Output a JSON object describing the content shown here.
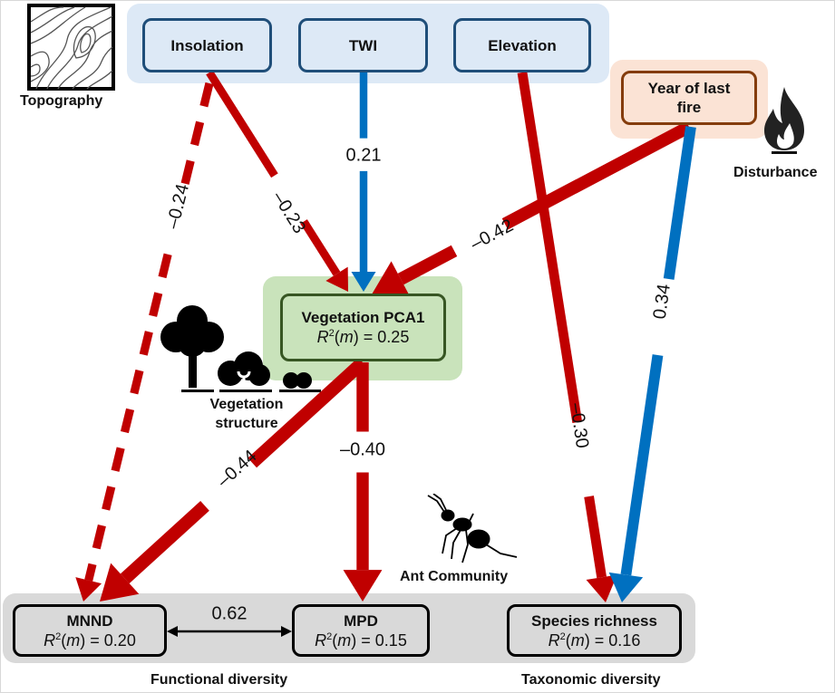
{
  "groups": {
    "topography": {
      "label": "Topography",
      "color": "#dde9f6"
    },
    "disturbance": {
      "label": "Disturbance",
      "color": "#fbe3d5"
    },
    "vegetation": {
      "label": "Vegetation structure",
      "color": "#c9e3bb"
    },
    "ant_community": {
      "label": "Ant Community",
      "color": "#d9d9d9"
    },
    "functional": {
      "label": "Functional diversity"
    },
    "taxonomic": {
      "label": "Taxonomic diversity"
    }
  },
  "nodes": {
    "insolation": {
      "title": "Insolation"
    },
    "twi": {
      "title": "TWI"
    },
    "elevation": {
      "title": "Elevation"
    },
    "fire": {
      "title": "Year of last fire"
    },
    "veg_pca": {
      "title": "Vegetation PCA1",
      "r2_label": "R",
      "r2_sup": "2",
      "r2_m": "m",
      "r2_value": "= 0.25"
    },
    "mnnd": {
      "title": "MNND",
      "r2_label": "R",
      "r2_sup": "2",
      "r2_m": "m",
      "r2_value": "= 0.20"
    },
    "mpd": {
      "title": "MPD",
      "r2_label": "R",
      "r2_sup": "2",
      "r2_m": "m",
      "r2_value": "= 0.15"
    },
    "richness": {
      "title": "Species richness",
      "r2_label": "R",
      "r2_sup": "2",
      "r2_m": "m",
      "r2_value": "= 0.16"
    }
  },
  "colors": {
    "negative": "#c00000",
    "positive": "#0070c0",
    "correlation": "#000000",
    "topo_border": "#1f4e79",
    "fire_border": "#843c0c",
    "veg_border": "#375623"
  },
  "edges": [
    {
      "from": "insolation",
      "to": "mnnd",
      "coef": -0.24,
      "label": "–0.24",
      "sign": "negative",
      "style": "dashed"
    },
    {
      "from": "insolation",
      "to": "veg_pca",
      "coef": -0.23,
      "label": "–0.23",
      "sign": "negative",
      "style": "solid"
    },
    {
      "from": "twi",
      "to": "veg_pca",
      "coef": 0.21,
      "label": "0.21",
      "sign": "positive",
      "style": "solid"
    },
    {
      "from": "fire",
      "to": "veg_pca",
      "coef": -0.42,
      "label": "–0.42",
      "sign": "negative",
      "style": "solid"
    },
    {
      "from": "elevation",
      "to": "richness",
      "coef": -0.3,
      "label": "–0.30",
      "sign": "negative",
      "style": "solid"
    },
    {
      "from": "fire",
      "to": "richness",
      "coef": 0.34,
      "label": "0.34",
      "sign": "positive",
      "style": "solid"
    },
    {
      "from": "veg_pca",
      "to": "mnnd",
      "coef": -0.44,
      "label": "–0.44",
      "sign": "negative",
      "style": "solid"
    },
    {
      "from": "veg_pca",
      "to": "mpd",
      "coef": -0.4,
      "label": "–0.40",
      "sign": "negative",
      "style": "solid"
    },
    {
      "from": "mnnd",
      "to": "mpd",
      "coef": 0.62,
      "label": "0.62",
      "sign": "correlation",
      "style": "double-headed"
    }
  ],
  "icons": [
    "topography-map-icon",
    "fire-icon",
    "trees-icon",
    "ant-icon"
  ]
}
